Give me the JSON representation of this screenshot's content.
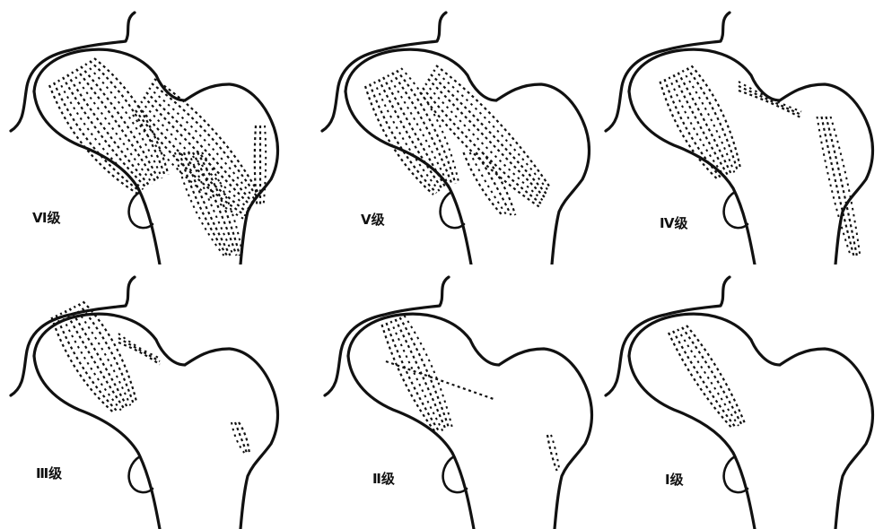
{
  "labels": {
    "vi": "Ⅵ级",
    "v": "Ⅴ级",
    "iv": "Ⅳ级",
    "iii": "Ⅲ级",
    "ii": "Ⅱ级",
    "i": "Ⅰ级"
  },
  "colors": {
    "line": "#111111",
    "background": "#ffffff"
  }
}
